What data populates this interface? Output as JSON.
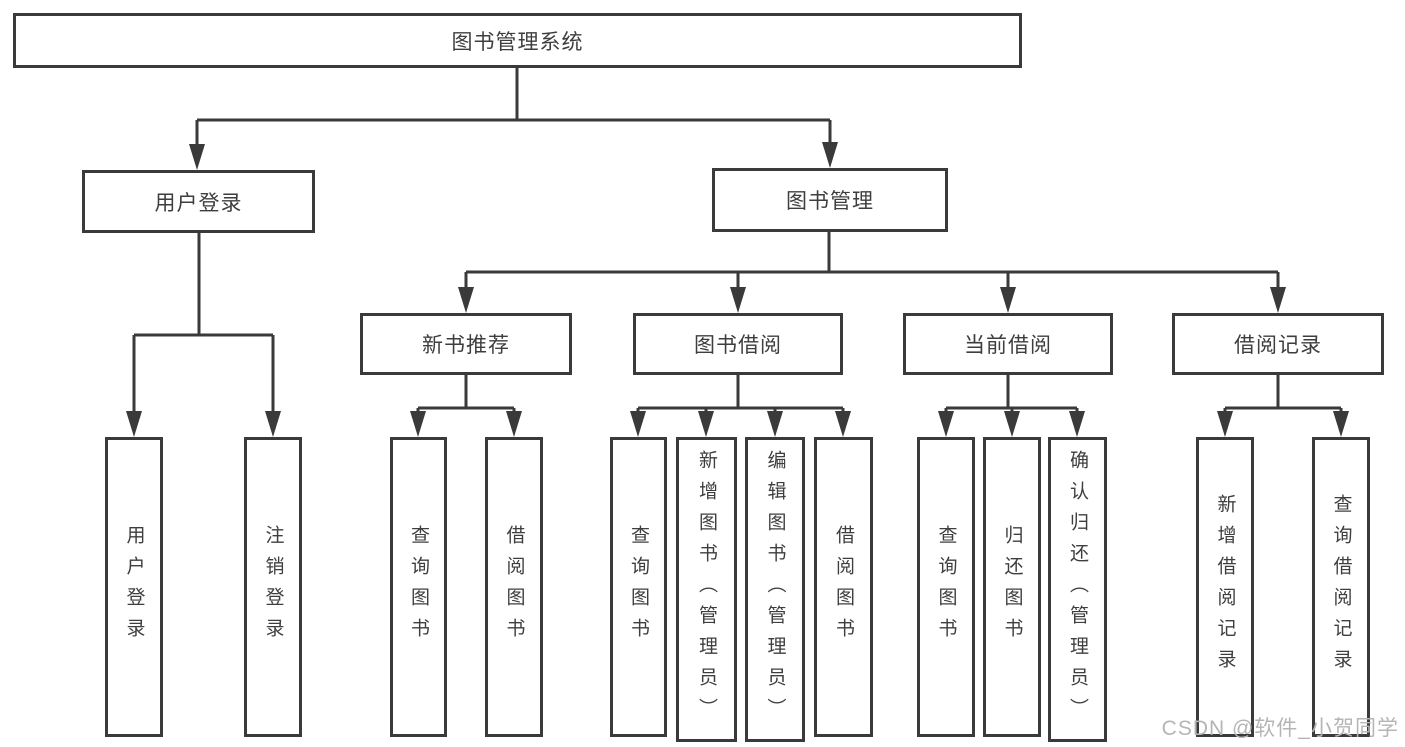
{
  "tree": {
    "root": {
      "label": "图书管理系统"
    },
    "branches": [
      {
        "label": "用户登录",
        "children": [
          {
            "label": "用户登录"
          },
          {
            "label": "注销登录"
          }
        ]
      },
      {
        "label": "图书管理",
        "sections": [
          {
            "label": "新书推荐",
            "children": [
              {
                "label": "查询图书"
              },
              {
                "label": "借阅图书"
              }
            ]
          },
          {
            "label": "图书借阅",
            "children": [
              {
                "label": "查询图书"
              },
              {
                "label": "新增图书（管理员）"
              },
              {
                "label": "编辑图书（管理员）"
              },
              {
                "label": "借阅图书"
              }
            ]
          },
          {
            "label": "当前借阅",
            "children": [
              {
                "label": "查询图书"
              },
              {
                "label": "归还图书"
              },
              {
                "label": "确认归还（管理员）"
              }
            ]
          },
          {
            "label": "借阅记录",
            "children": [
              {
                "label": "新增借阅记录"
              },
              {
                "label": "查询借阅记录"
              }
            ]
          }
        ]
      }
    ]
  },
  "watermark": {
    "text": "CSDN @软件_小贺同学"
  },
  "colors": {
    "line": "#3a3a3a",
    "box_border": "#3a3a3a",
    "text": "#3e3e3e",
    "watermark": "#b5b5b5",
    "background": "#ffffff"
  }
}
